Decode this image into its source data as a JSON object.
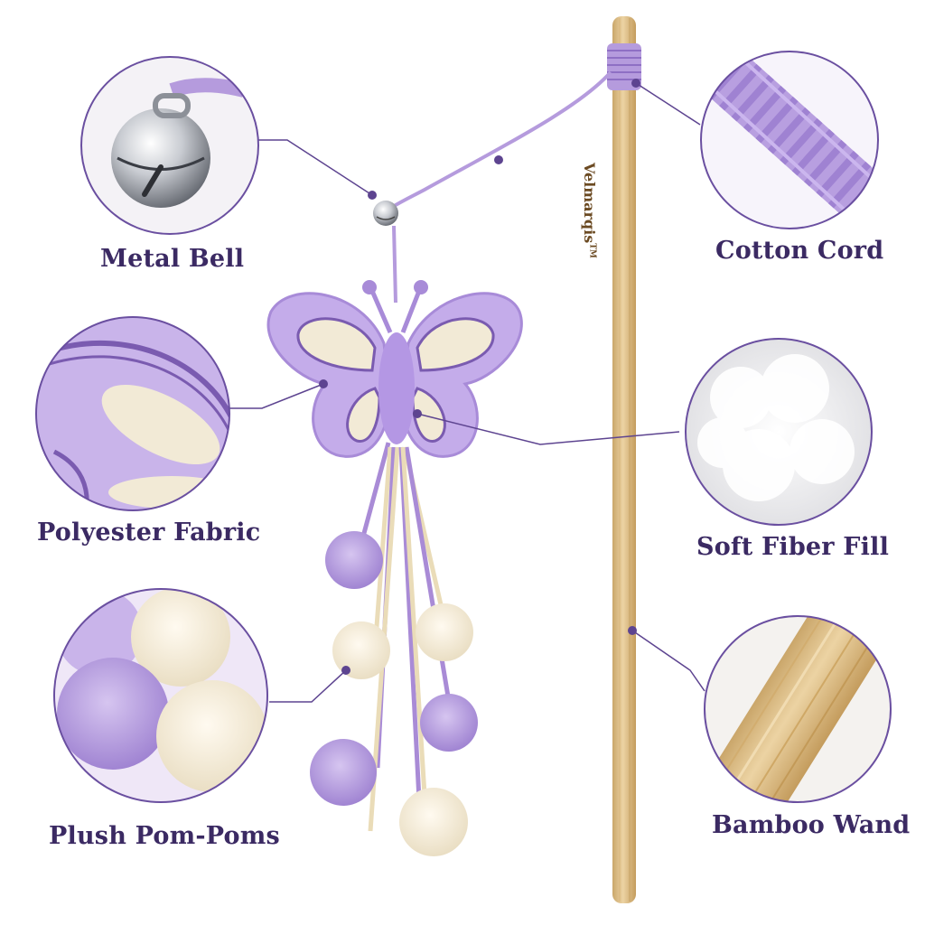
{
  "brand": "Velmarqis",
  "brand_mark": "TM",
  "features": {
    "metal_bell": "Metal Bell",
    "cotton_cord": "Cotton Cord",
    "polyester_fabric": "Polyester Fabric",
    "soft_fiber_fill": "Soft Fiber Fill",
    "plush_pom_poms": "Plush Pom-Poms",
    "bamboo_wand": "Bamboo Wand"
  },
  "colors": {
    "lavender": "#b79ee0",
    "lavender_dark": "#7a5bb0",
    "cream": "#f4ead2",
    "bamboo": "#e2c48e",
    "label_text": "#3b2a63",
    "circle_border": "#6a4fa0"
  }
}
